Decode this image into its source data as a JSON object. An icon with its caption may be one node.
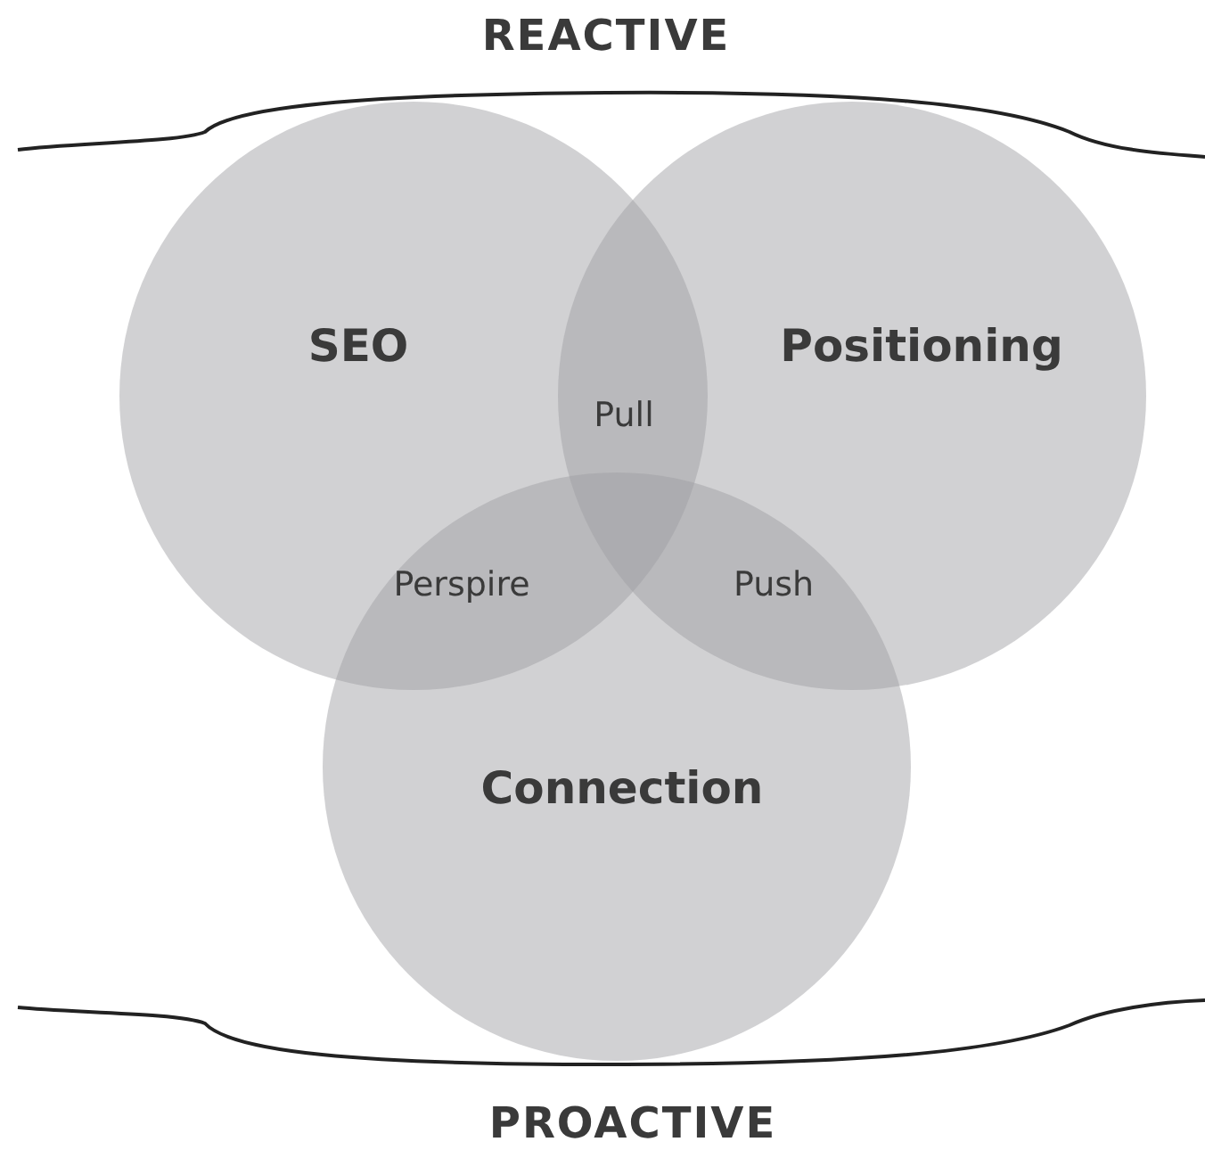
{
  "diagram": {
    "nodes": [
      {
        "text": [
          "SEO"
        ]
      },
      {
        "text": [
          "Positioning"
        ]
      },
      {
        "text": [
          "Connection"
        ]
      }
    ],
    "labels": [
      "REACTIVE",
      "Pull",
      "Perspire",
      "Push",
      "PROACTIVE"
    ]
  }
}
